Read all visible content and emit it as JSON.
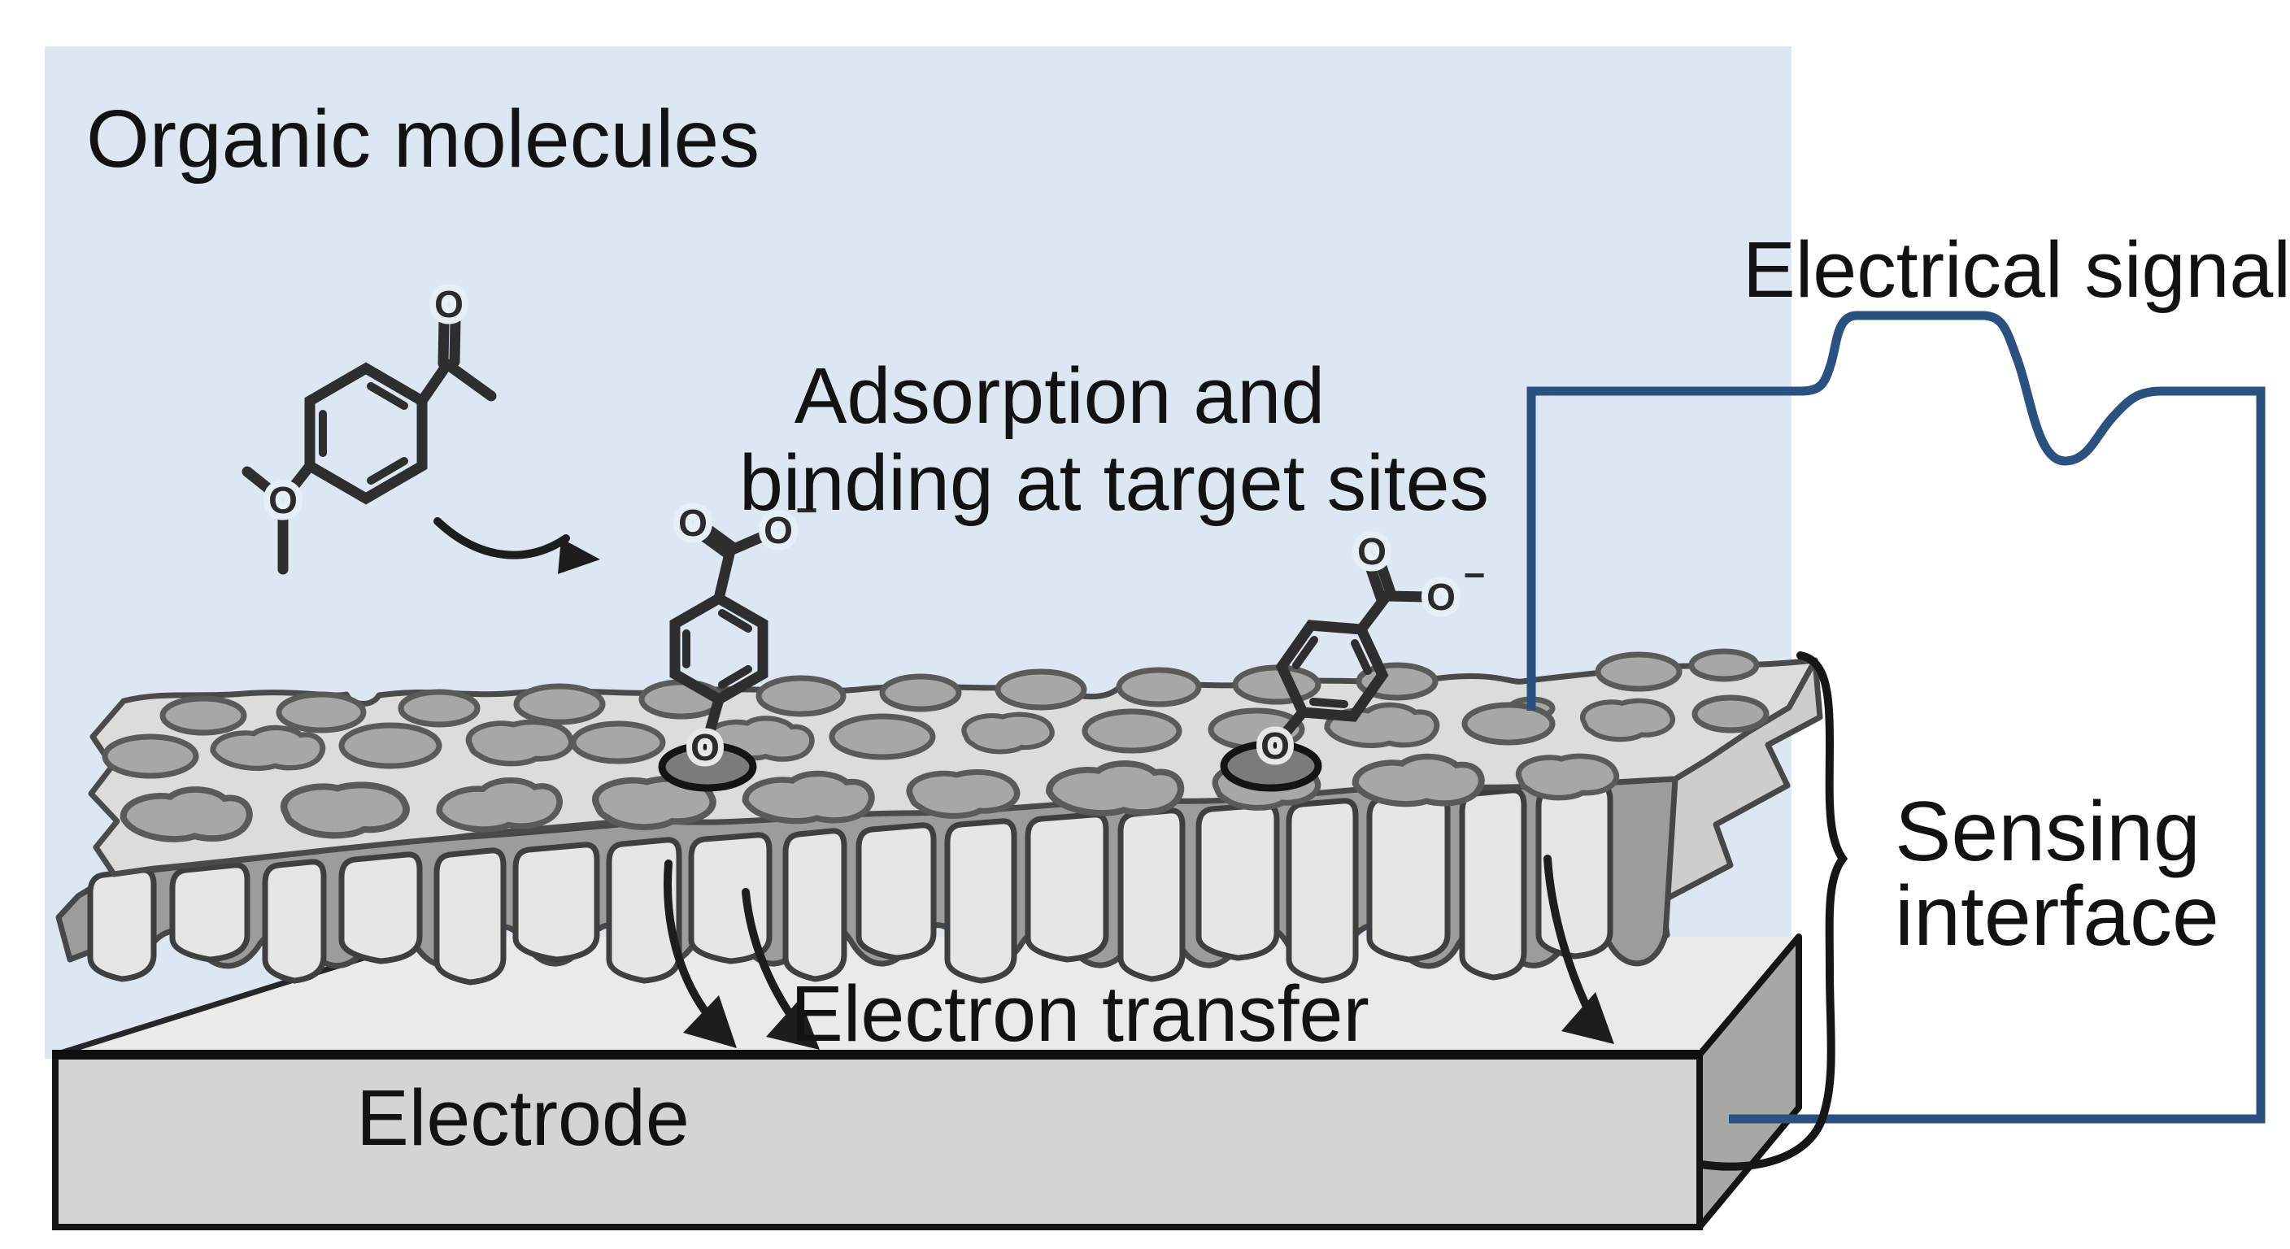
{
  "diagram": {
    "labels": {
      "organic_molecules": "Organic molecules",
      "adsorption_line1": "Adsorption and",
      "adsorption_line2": "binding at target sites",
      "electrical_signal": "Electrical signal",
      "sensing_line1": "Sensing",
      "sensing_line2": "interface",
      "electron_transfer": "Electron transfer",
      "electrode": "Electrode"
    },
    "atoms": {
      "oxygen": "O",
      "minus": "−"
    },
    "colors": {
      "background": "#ffffff",
      "panel_blue": "#dce7f3",
      "wire_blue": "#2b5180",
      "ink": "#161616",
      "porous_top": "#dcdcda",
      "porous_side": "#cdcdcb",
      "pore_fill": "#a7a7a5",
      "column_light": "#e6e6e4",
      "column_gap": "#9c9c9a",
      "electrode_top": "#eaeae8",
      "electrode_front": "#d4d4d2",
      "electrode_side": "#a7a7a5",
      "binding_site": "#7b7b79"
    }
  }
}
